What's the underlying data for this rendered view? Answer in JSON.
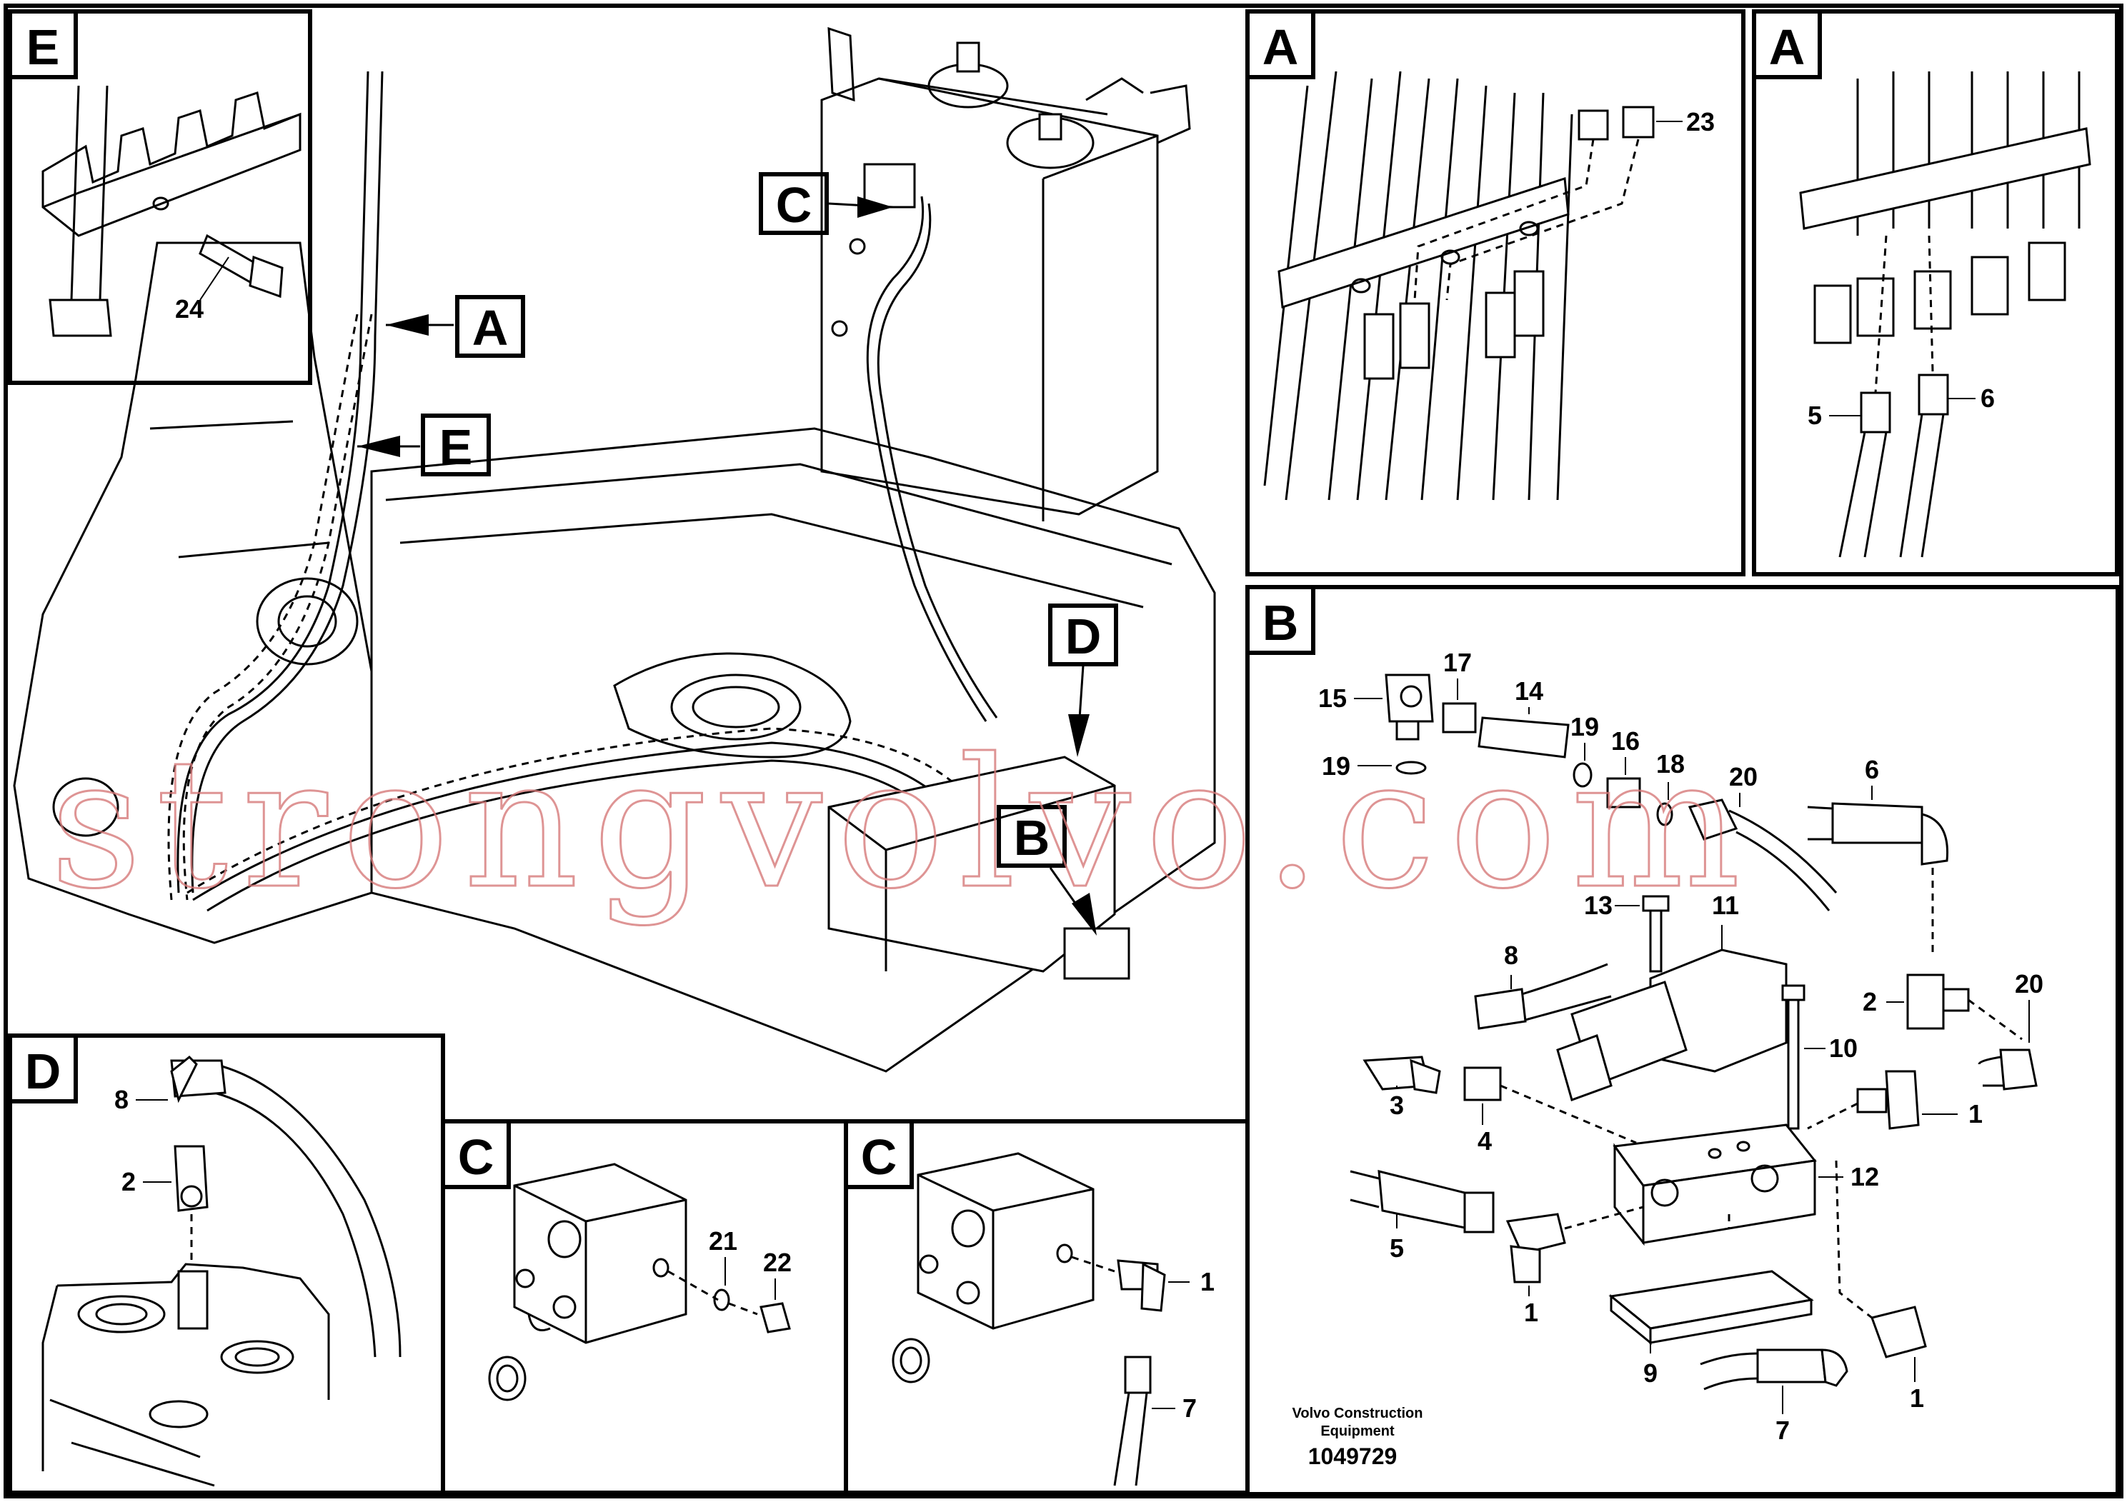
{
  "detail_letters": {
    "E": "E",
    "A": "A",
    "B": "B",
    "C": "C",
    "D": "D"
  },
  "part_numbers": {
    "p1": "1",
    "p2": "2",
    "p3": "3",
    "p4": "4",
    "p5": "5",
    "p6": "6",
    "p7": "7",
    "p8": "8",
    "p9": "9",
    "p10": "10",
    "p11": "11",
    "p12": "12",
    "p13": "13",
    "p14": "14",
    "p15": "15",
    "p16": "16",
    "p17": "17",
    "p18": "18",
    "p19": "19",
    "p20": "20",
    "p21": "21",
    "p22": "22",
    "p23": "23",
    "p24": "24"
  },
  "credit": {
    "line1": "Volvo Construction",
    "line2": "Equipment",
    "drawing_number": "1049729"
  },
  "watermark": "strongvolvo.com"
}
